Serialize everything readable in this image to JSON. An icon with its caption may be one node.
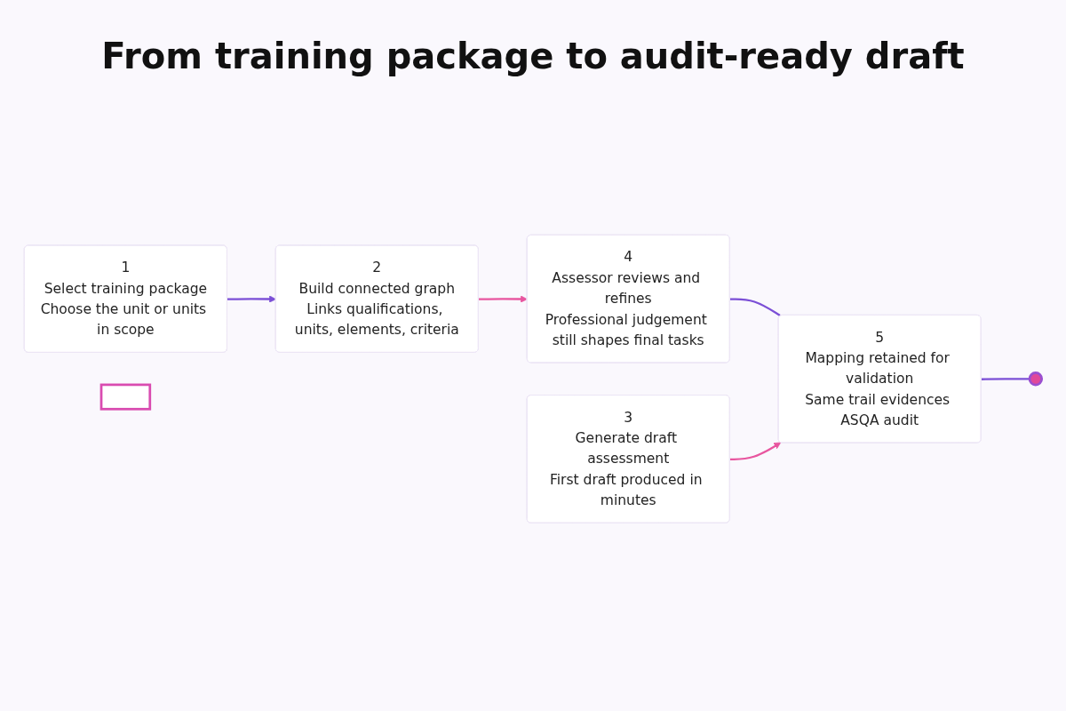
{
  "diagram": {
    "title": "From training package to audit-ready draft",
    "nodes": [
      {
        "text": [
          "1",
          "Select training package",
          "Choose the unit or units in scope"
        ]
      },
      {
        "text": [
          "2",
          "Build connected graph",
          "Links qualifications, units, elements, criteria"
        ]
      },
      {
        "text": [
          "4",
          "Assessor reviews and refines",
          "Professional judgement still shapes final tasks"
        ]
      },
      {
        "text": [],
        "shape": "box"
      },
      {
        "text": [
          "3",
          "Generate draft assessment",
          "First draft produced in minutes"
        ]
      },
      {
        "text": [
          "5",
          "Mapping retained for validation",
          "Same trail evidences ASQA audit"
        ]
      },
      {
        "text": [],
        "shape": "pin"
      }
    ],
    "edges": [
      {
        "from": 0,
        "to": 1,
        "arrow": "to",
        "color": "#7b4fd6"
      },
      {
        "from": 1,
        "to": 2,
        "arrow": "to",
        "color": "#e8559f"
      },
      {
        "from": 2,
        "to": 5,
        "arrow": "none",
        "color": "#7b4fd6"
      },
      {
        "from": 4,
        "to": 5,
        "arrow": "to",
        "color": "#e8559f"
      },
      {
        "from": 5,
        "to": 6,
        "arrow": "none",
        "color": "#7b4fd6"
      }
    ]
  }
}
